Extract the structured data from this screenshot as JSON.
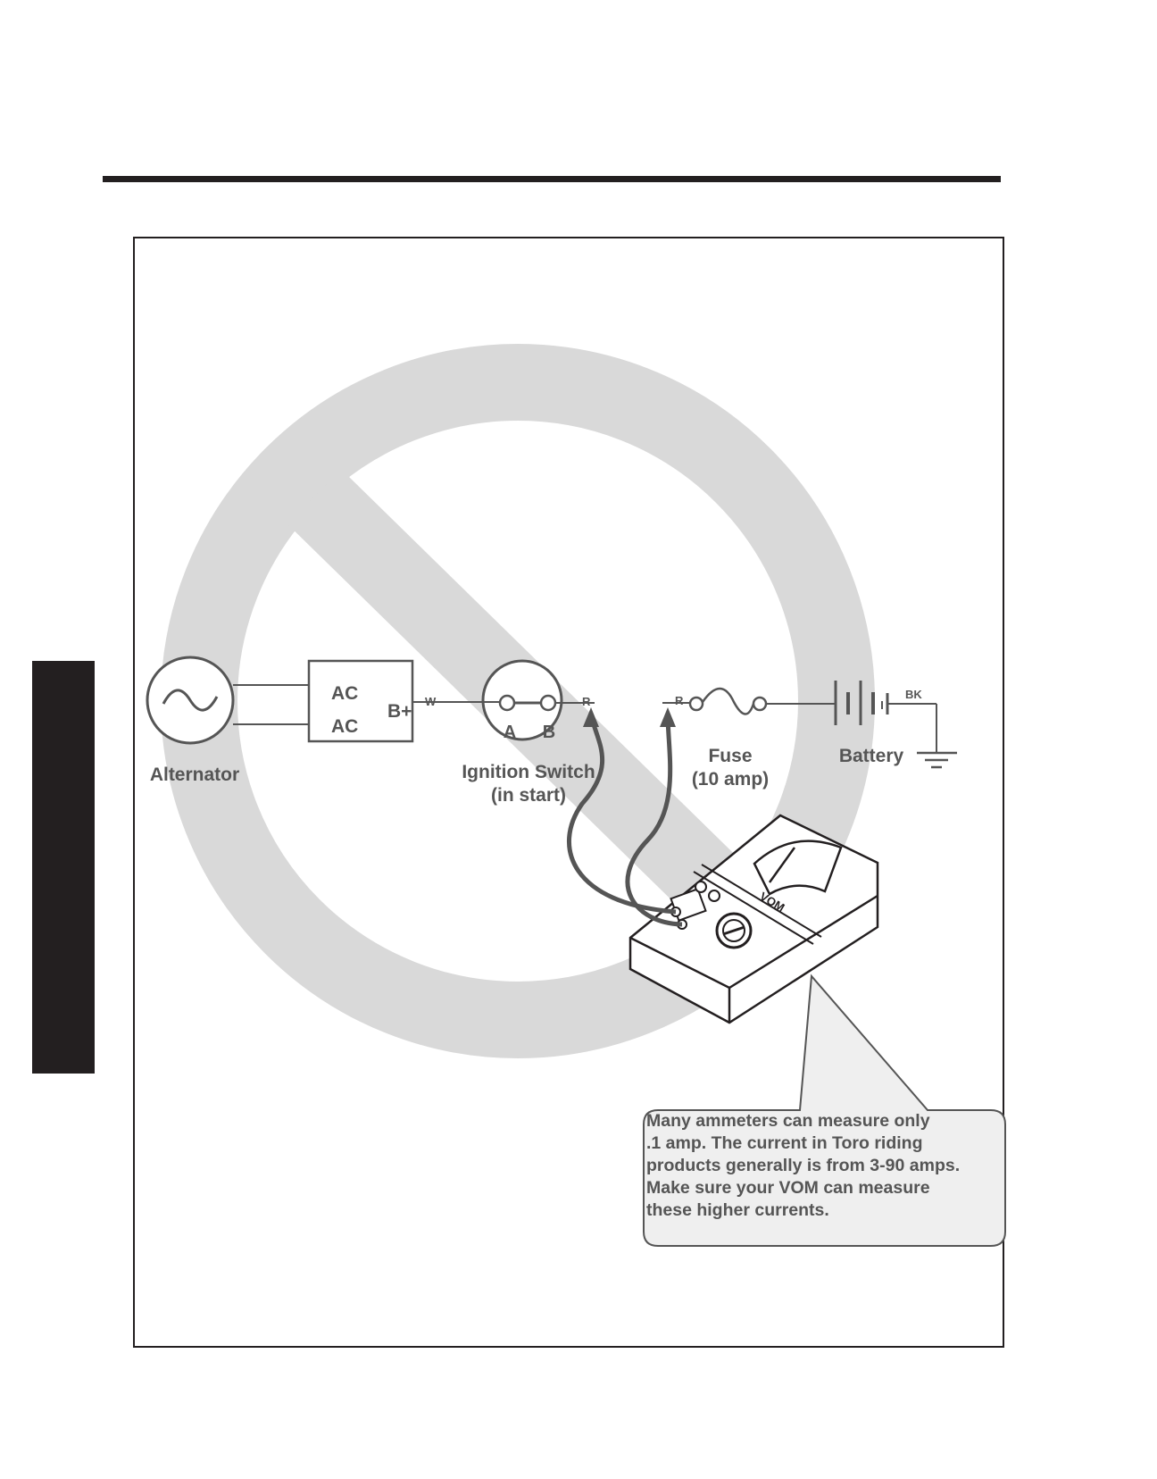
{
  "components": {
    "alternator": {
      "label": "Alternator"
    },
    "regulator": {
      "terminal_1": "AC",
      "terminal_2": "AC",
      "output": "B+"
    },
    "ignition_switch": {
      "label_line1": "Ignition Switch",
      "label_line2": "(in start)",
      "terminal_a": "A",
      "terminal_b": "B"
    },
    "fuse": {
      "label_line1": "Fuse",
      "label_line2": "(10 amp)"
    },
    "battery": {
      "label": "Battery"
    },
    "meter": {
      "label": "VOM"
    }
  },
  "wires": {
    "w": "W",
    "r1": "R",
    "r2": "R",
    "bk": "BK"
  },
  "callout": {
    "lines": [
      "Many ammeters can measure only",
      ".1 amp. The current in Toro riding",
      "products generally is from 3-90 amps.",
      "Make sure your VOM can measure",
      "these higher currents."
    ]
  },
  "colors": {
    "ink": "#231f20",
    "prohibition": "#d9d9d9",
    "label": "#555555",
    "callout_fill": "#efefef"
  }
}
